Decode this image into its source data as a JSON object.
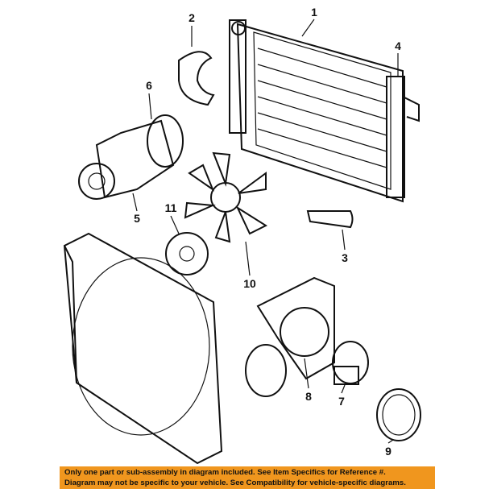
{
  "callouts": {
    "c1": "1",
    "c2": "2",
    "c3": "3",
    "c4": "4",
    "c5": "5",
    "c6": "6",
    "c7": "7",
    "c8": "8",
    "c9": "9",
    "c10": "10",
    "c11": "11"
  },
  "banner": {
    "line1": "Only one part or sub-assembly in diagram included. See Item Specifics for Reference #.",
    "line2": "Diagram may not be specific to your vehicle. See Compatibility for vehicle-specific diagrams."
  },
  "colors": {
    "banner": "#f0961e"
  }
}
